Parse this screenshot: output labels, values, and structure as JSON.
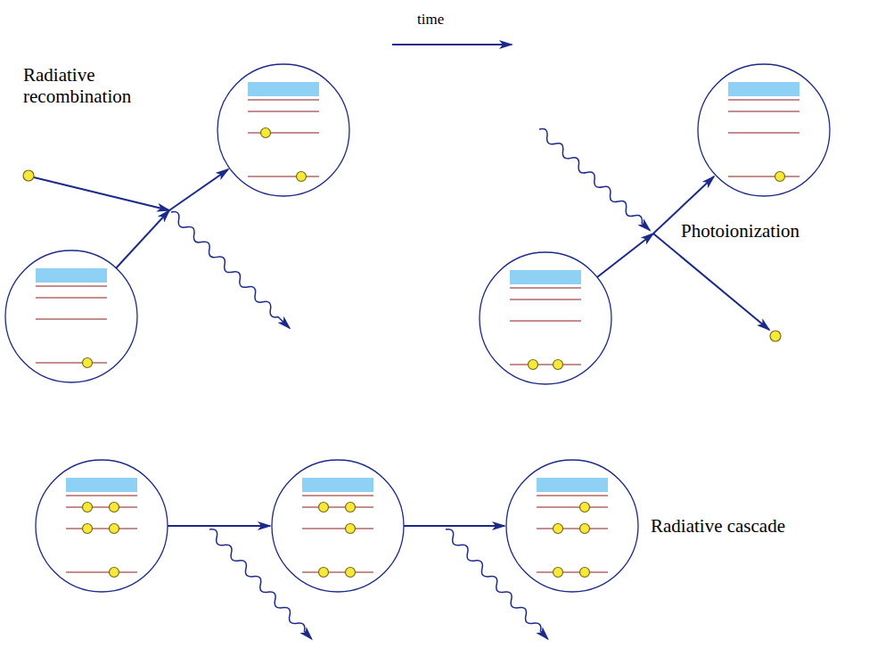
{
  "diagram": {
    "labels": [
      "Radiative recombination",
      "time",
      "Photoionization",
      "Radiative cascade"
    ]
  }
}
